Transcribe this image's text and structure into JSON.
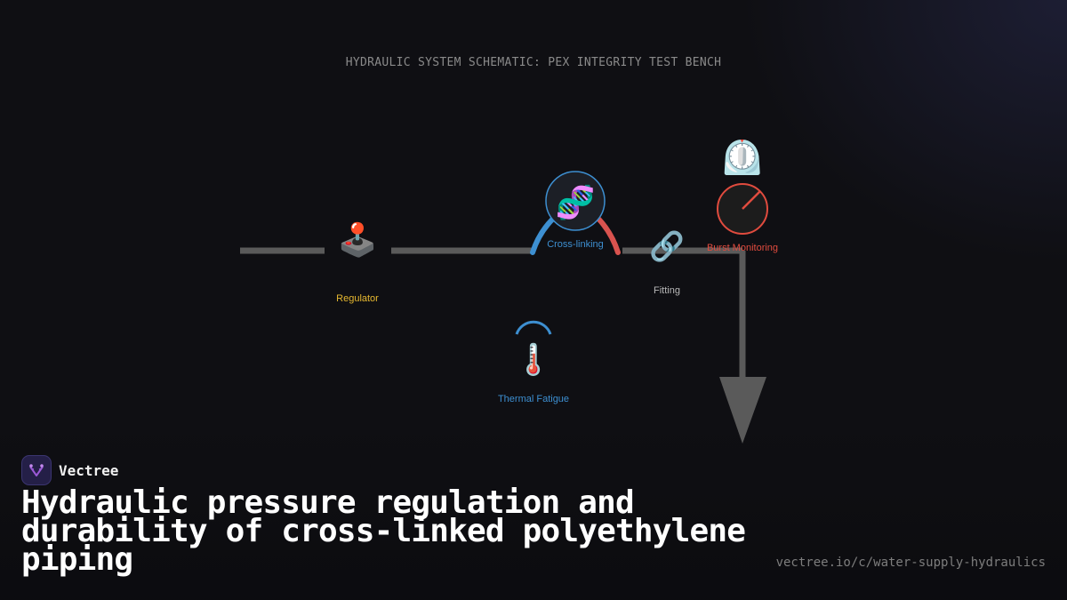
{
  "schematic_title": "HYDRAULIC SYSTEM SCHEMATIC: PEX INTEGRITY TEST BENCH",
  "nodes": {
    "regulator": {
      "label": "Regulator",
      "icon": "joystick-icon",
      "glyph": "🕹️",
      "color": "#e6b830"
    },
    "cross_linking": {
      "label": "Cross-linking",
      "icon": "dna-icon",
      "glyph": "🧬",
      "color": "#3d8fd1",
      "accent": "#d9534f"
    },
    "fitting": {
      "label": "Fitting",
      "icon": "link-icon",
      "glyph": "🔗",
      "color": "#b8b8b8"
    },
    "burst_monitoring": {
      "label": "Burst Monitoring",
      "icon": "stopwatch-icon",
      "glyph": "⏲️",
      "color": "#e04b3e"
    },
    "thermal_fatigue": {
      "label": "Thermal Fatigue",
      "icon": "thermometer-icon",
      "glyph": "🌡️",
      "color": "#3d8fd1"
    }
  },
  "colors": {
    "pipe": "#5a5a5a",
    "background": "#0f0f13"
  },
  "brand": {
    "name": "Vectree",
    "logo_icon": "vectree-logo-icon"
  },
  "headline": "Hydraulic pressure regulation and durability of cross-linked polyethylene piping",
  "url": "vectree.io/c/water-supply-hydraulics"
}
